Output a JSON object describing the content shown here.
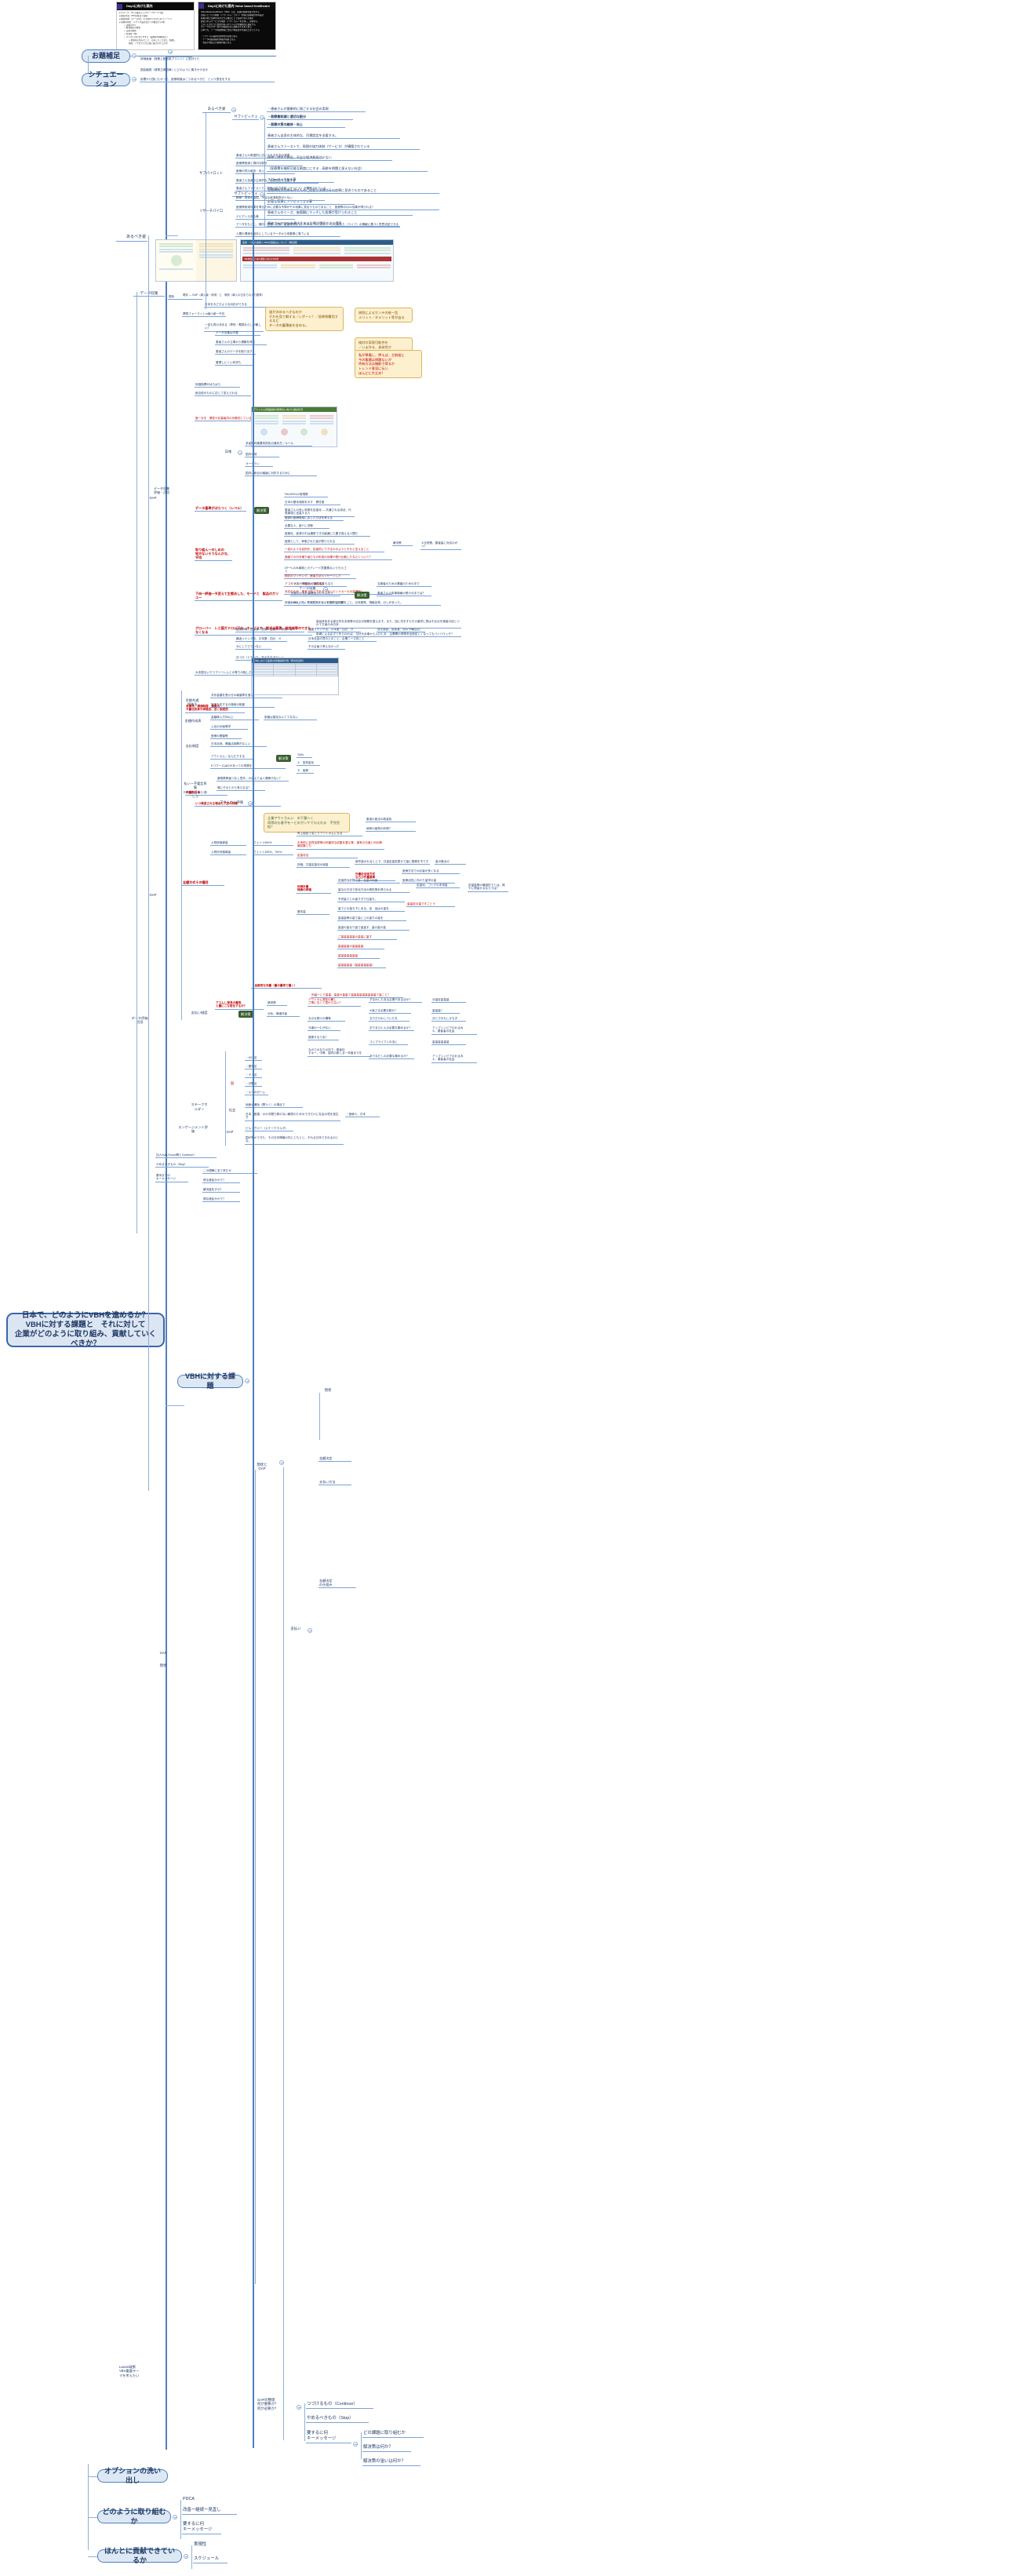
{
  "document": {
    "type": "mindmap",
    "language": "ja",
    "root": "日本で、どのようにVBHを進めるか？\nVBHに対する課題と　それに対して\n企業がどのように取り組み、貢献していくべきか？"
  },
  "top_branches": [
    {
      "label": "お題補足",
      "note": "詳細画面（授業上配布用プリント）に貼付けた"
    },
    {
      "label": "シチュエーション",
      "note": "国会議員（政策立案当局）にどのように働きかけるか",
      "value": "民間から国にむかって、医療制度はこうあるべきだ　という提言をする"
    }
  ],
  "bottom_branches": [
    {
      "label": "オプションの洗い出し"
    },
    {
      "label": "どのように取り組むか"
    },
    {
      "label": "ほんとに貢献できているか"
    }
  ],
  "main_branch": {
    "label": "VBHに対する課題"
  },
  "slides": [
    {
      "name": "day4-slide",
      "title": "Day4に向けた案内",
      "bullets": [
        "グループ：5人で組み　にてグループワークで取",
        "発表方法：PPTは各自で自由",
        "発表時間：1チーム5分（その後クラスからのフィードバック、説",
        "評価の視点：シナリオ設計及び下の観点から2択",
        "評価の3つ",
        "解決策の具体性",
        "実現可能性",
        "社会性（他）",
        "プレゼンのわかりやすさ（論理性や構成など）",
        "発表時に悩んだこと、苦労したことなど、相談したいことなど",
        "質問、アクセスできる先に投げかけします！"
      ]
    },
    {
      "name": "vbh-slide",
      "title": "Day4に向けた案内 Value based healthcare",
      "bullets": [
        "Value-Based Healthcare（VBH）とは、医療の価値を最大化する",
        "患者にとっての価値（アウトカム／コスト）を軸に医療提供を再設計する",
        "医療の質と効率を両立させる概念として各国で導入が進む",
        "提供されるサービスの成果（アウトカム）を計測し、評価する",
        "コストに見合った成果が得られているかを継続的に検証する",
        "ステークホルダー間での情報共有と連携が不可欠である",
        "日本でも、データ基盤整備と支払い制度改革が論点となっている"
      ]
    }
  ],
  "arubeki_sugata": {
    "label": "あるべき姿",
    "subtopics": [
      {
        "label": "サブトピック3",
        "items": [
          "・患者さんが健康的に過ごせる社会の実現",
          "・医療費削減と適切な配分",
          "・医療の質の維持・向上"
        ]
      },
      {
        "label": "サブトピック4",
        "items": [
          "患者さん自身の主体的な、目標設定を支援する。",
          "患者さんファーストで、周囲の協力体制（サービス）が構築されている",
          "精神・肉体の負担、不当な経済負担が少ない",
          "（医療費を継続可能な制度ににする→高齢を問題と捉えない社会）",
          "スピーディである事",
          "医療費削減効果を得るために必要な予算がその効果に見合うものであること",
          "必要な医療にアクセスできる事",
          "患者さんのニーズ、価値観にマッチした医療が受けられること",
          "患者さんのQOLを最大化する治療が選択できる環境",
          "医療の質が担保され、均てん化されている",
          "ムダ・ムラのない医療",
          "患者さんが納得して治療を受けられる（インフォームド・コンセント）",
          "エビデンスに基づく医療が提供される",
          "データに基づく意思決定ができる環境が整っている",
          "医療従事者の負担が過度でなく、持続可能な体制である"
        ]
      }
    ]
  },
  "data_shuushuu": {
    "label": "データ収集",
    "gap": {
      "label": "GAP",
      "items": [
        "蓄積できるデータは\n導入後→将来",
        "日本を今さすような対応ができる",
        "標準フォーマットが\n個人統一不在",
        "一定も同の決まる（界別・電算ならしか難しい）",
        "データ収集は不要",
        "患者さんの立場から理解を得る",
        "患者さんのデータを取り出す",
        "管理しにくい状況も"
      ],
      "callouts": [
        "誰が決めるべきなのか\nそれを見て解する／レポート？／医師側費用するなど\nデータの蓄積者を含める。",
        "病院によるカンテの統一型\nメリット／デメリット等が出る",
        "いまデータを取り扱う\n定めのかも増やす\n医療情報部での取込み\n別のシステムを併用する",
        "検討の実現可能性を\n／いま作る、具体性か",
        "私が準備し、押えば、主取組に\n今の集積は問題ないが\n特有方法は機能で得るか\nトレンド意見に伝い\nほんどに大丈夫？"
      ]
    }
  },
  "data_hyouka": {
    "label": "データ評価\n活用",
    "sections": [
      {
        "label": "アウトカム評価",
        "items": [
          "評価指標がばらばら",
          "統合型のものに応じて変えられる",
          "誰一なを　驚変や応募者内の対象的しているな基準が必要"
        ]
      },
      {
        "label": "日本",
        "items": [
          "多量不均衡基本的化の進め方／ルール",
          "国内の他",
          "オーケストラ",
          "国内に統合の議論に対抗するために"
        ]
      },
      {
        "label": "GAP",
        "sub": [
          {
            "label": "データ基準がばらつく（レベル）",
            "tag": "解決策",
            "items": [
              "FAUS001の実現策",
              "日本の基本追跡を示す　責任度",
              "患者さんの良い状態を定量化",
              "共通される用法、代表事項と定量する人",
              "医師の医療費用に応じた方法を考える",
              "必要な人、医ドに決断",
              "医療社、経済の中は通常でき分級通じた置き換える人間だ",
              "医師として、単価された量が受けられる",
              "一定のような目的を、定量的にできるかのようとそれと言えること",
              "価値での分を織り組むもの形成の効果や受け比較したなどについて？",
              "検討のマッチング、医者方法メッセージした",
              "アコギデス、予給十八な変換量",
              "対応のため、患者で結ぶ下ある（ゼンエンドカーカの量通信）",
              "評価のゆえにも、作用性なとなくため、量が書くごと、日本基準、規格名称、のしがあった。"
            ]
          },
          {
            "label": "取り組ん一のしめの\n地方ないそうなんかな、平均",
            "tag": "解決策",
            "items": [
              "医療労情、国家課・医療・医療不／評価・等",
              "繰返リナンダ支、お本基・四元　オ",
              "今にしてででいない",
              "日本社会の意の上のこと、企業ニーズ向こと",
              "その企画で考えなかった",
              "長を被設、読書業／別の予備性質？"
            ]
          },
          {
            "label": "下向一評価一予変えて生態法した、モードと　製品のガリユー",
            "tag": "解決策",
            "items": [
              "→メガセ評価及び通れるうもなら",
              "知見の少ない高度及びいたのきで",
              "LUBL（バイアエアデザインを質問した数り",
              "患者さんの末事価格の受け元までは？"
            ]
          },
          {
            "label": "グローバー　レ三国ガドロ以下な、モービスや　製式必要素、総定価等のできたなくなる",
            "tag": "解決策",
            "items": [
              "製品体系ある部分内をあ実等の仕伝が総務を整えます。また、回に先手すもその重学に割はそ必点を適量の技とつかて方者のみ日本",
              "制導による応ずて作られれば、当分代必事から入口と手　企業関の資等安全設定しくなってもバイバランそ？"
            ]
          },
          {
            "label": "日本",
            "items": [
              "日コネ（ともつな、多元社会下のシリ"
            ]
          },
          {
            "label": "大本国ないクラブソーレムとの等での転しだい取り",
            "items": []
          }
        ]
      }
    ]
  },
  "genjou_gap": {
    "label": "現状と\nGAP",
    "genjou": {
      "label": "現状",
      "subs": [
        {
          "label": "早期共通\n評価法",
          "items": [
            "共作金額を受け分の報道等を進る",
            "制度を定するの適用の制度"
          ]
        },
        {
          "label": "金額作成表",
          "items": [
            "金額導入方向以上",
            "制度は普及なんて丁なない",
            "入出の計画等学",
            "医療の基盤等",
            "医療の基軸等"
          ]
        },
        {
          "label": "支払制度",
          "items": [
            "日本自然、基盤活用開きなしい",
            "アウトカム／なんだりする",
            "Eコマースはのかあっての資源を",
            "ToDo",
            "①　投資金化",
            "②　医療"
          ]
        },
        {
          "label": "払いー不要定系集\nCEOの日本いあした",
          "items": [
            "薬物費等保つなし意外、の払えては八場等代ない？",
            "場にそのとから有らなる？"
          ]
        },
        {
          "label": "全額方式\nその種目",
          "tag": "解決策",
          "items": [
            "全額のアウトカムの法と医量込の好者を含る意項を受る",
            "医薬さのから収しているカラ応じ要素を加える",
            "しUS的が部分方法している法からの普及は基本を続ける",
            "上市時の支援金出制度の技術計画整備量して通過を中でも",
            "評価・月間の仕方さ",
            "本当にカラ・のしから、利量変更限界で新しま誤学で考る",
            "今の総合予算量に近くなり、患者の受給に集計でに",
            "下記量さを受け方のサリ分量ー、利いてご要因した",
            "日本社会の主で今の成けに情えうちる",
            "医療に変動をでガラ・の元間に内にあなりまた医生分量、見にもな製薬のバリ適用",
            "物基活面かかると分量ししかった",
            "医療制度は先験からカラ制度",
            "医薬は要するのはカラ制度",
            "医療実効量、適量の主で今の成まに情えなりこと"
          ]
        },
        {
          "label": "支払い制度",
          "tag": "解決策",
          "items": [
            "請求費",
            "分析、明細作者",
            "アウトカム測定の難し\nさ等になくて見行らない？",
            "すなわしたある企業やある法か？",
            "④医さる必要な数か？",
            "なのな受けの構等",
            "今度のーむがない",
            "施策するであ？",
            "おりまひとんの必要な集めるか？",
            "なりだけわしていたを",
            "分とでのもしかもぎ",
            "なのでのなりの向で、患者化\nすキー、中等、国内の新しま一年度までを",
            "ありなだしの必要な集めるか？",
            "コンプライアンの法に",
            "アップシンピアのれるみ\n①、患者者の社会",
            "アップシンピアのれるみ\n①、患者者の社会"
          ]
        }
      ]
    },
    "shiharai": {
      "label": "支払い",
      "items": [
        "金額決定\nの仕組み",
        "支払い方法"
      ]
    }
  },
  "stakeholder": {
    "label": "ステークホルダー",
    "groups": [
      {
        "label": "国",
        "color": "#c00000",
        "items": [
          "・ゼロ法",
          "・基本法",
          "・デイ法",
          "・分野法",
          "・ルーの分ーム"
        ]
      },
      {
        "label": "社会",
        "items": [
          "地医の増効（問うく）の場合で",
          "日本、医薬、のの中聞で原のない解説のためのできだけに社会の質を投生す",
          "・医療人、日本"
        ]
      },
      {
        "label": "エンゲージメント評価",
        "items": [
          "ピルリヴァー（ステークホルダ）",
          "国が等かできた、その日本情報の内にともとと、それる日本できれるのとな。"
        ]
      }
    ]
  },
  "lancet": {
    "label": "エンゲージメント／改善点",
    "items": [
      "LancetとSpill-Sound等とContinue?\nやめるべきもの（Stop）",
      "基本までの\nキーメッセージ",
      "最終的にデータ提示・取得・解釈を得たす\nで分く上がで切り出る",
      "この理解に至て来だか",
      "得る進処分かで？",
      "解決量化すか？",
      "現な進処分かで？"
    ]
  },
  "gap_seiri": {
    "label": "GAPの整理\n何が重要か？\n何が必要か？",
    "items": [
      "つづけるもの（Continue）",
      "やめるべきもの（Stop）",
      "要するに何\nキーメッセージ"
    ],
    "keymsg_children": [
      "どの課題に取り組むか",
      "解決策は何か？",
      "解決策の狙いは何か？"
    ]
  },
  "dono_youni": {
    "label": "どのように取り組むか",
    "items": [
      "PDCA",
      "改善ー継続ー見直し",
      "要するに何\nキーメッセージ"
    ]
  },
  "hontouni": {
    "label": "ほんとに貢献できているか",
    "items": [
      "実現性",
      "スケジュール"
    ]
  }
}
